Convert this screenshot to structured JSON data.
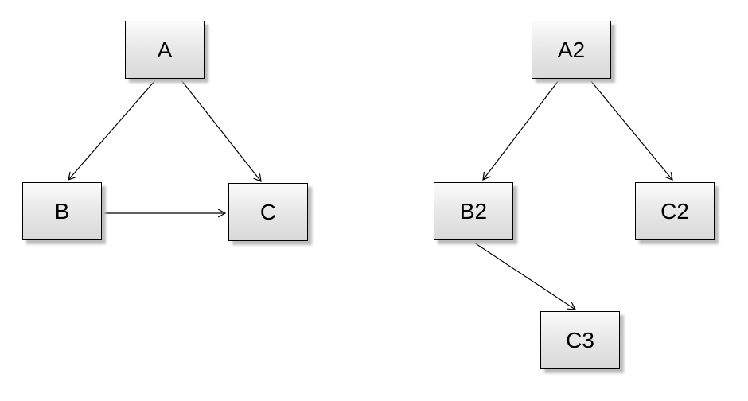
{
  "diagram": {
    "accent_colors": {
      "node_fill_top": "#fbfbfb",
      "node_fill_bottom": "#d9d9d9",
      "node_border": "#000000",
      "shadow": "#bdbdbd",
      "edge": "#000000"
    },
    "graphs": [
      {
        "name": "left-graph",
        "nodes": [
          {
            "id": "A",
            "label": "A"
          },
          {
            "id": "B",
            "label": "B"
          },
          {
            "id": "C",
            "label": "C"
          }
        ],
        "edges": [
          {
            "from": "A",
            "to": "B"
          },
          {
            "from": "A",
            "to": "C"
          },
          {
            "from": "B",
            "to": "C"
          }
        ]
      },
      {
        "name": "right-graph",
        "nodes": [
          {
            "id": "A2",
            "label": "A2"
          },
          {
            "id": "B2",
            "label": "B2"
          },
          {
            "id": "C2",
            "label": "C2"
          },
          {
            "id": "C3",
            "label": "C3"
          }
        ],
        "edges": [
          {
            "from": "A2",
            "to": "B2"
          },
          {
            "from": "A2",
            "to": "C2"
          },
          {
            "from": "B2",
            "to": "C3"
          }
        ]
      }
    ]
  }
}
